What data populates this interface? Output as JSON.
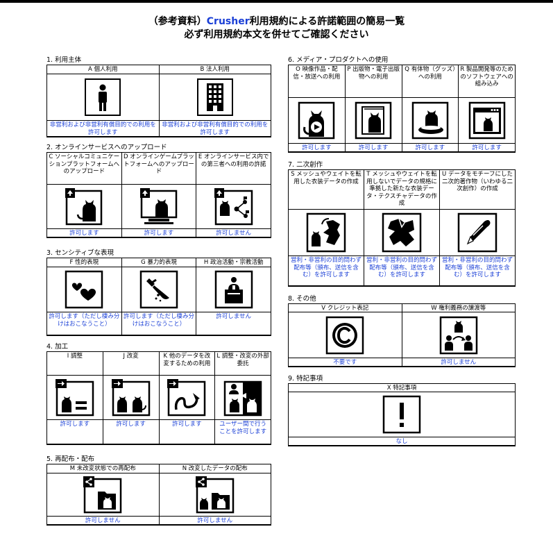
{
  "header": {
    "line1_pre": "（参考資料）",
    "line1_brand": "Crusher",
    "line1_post": "利用規約による許諾範囲の簡易一覧",
    "line2": "必ず利用規約本文を併せてご確認ください"
  },
  "sections": {
    "s1": {
      "title": "1. 利用主体",
      "cells": [
        {
          "label": "A 個人利用",
          "result": "非営利および非営利有償目的での利用を許可します",
          "icon": "person-icon"
        },
        {
          "label": "B 法人利用",
          "result": "非営利および非営利有償目的での利用を許可します",
          "icon": "building-icon"
        }
      ]
    },
    "s2": {
      "title": "2. オンラインサービスへのアップロード",
      "cells": [
        {
          "label": "C ソーシャルコミュニケーションプラットフォームへのアップロード",
          "result": "許可します",
          "icon": "upload-cat-icon"
        },
        {
          "label": "D オンラインゲームプラットフォームへのアップロード",
          "result": "許可します",
          "icon": "upload-cat-monitor-icon"
        },
        {
          "label": "E オンラインサービス内での第三者への利用の許諾",
          "result": "許可しません",
          "icon": "share-cats-icon"
        }
      ]
    },
    "s3": {
      "title": "3. センシティブな表現",
      "cells": [
        {
          "label": "F 性的表現",
          "result": "許可します（ただし棲み分けはおこなうこと）",
          "icon": "hearts-icon"
        },
        {
          "label": "G 暴力的表現",
          "result": "許可します（ただし棲み分けはおこなうこと）",
          "icon": "knife-icon"
        },
        {
          "label": "H 政治活動・宗教活動",
          "result": "許可しません",
          "icon": "podium-icon"
        }
      ]
    },
    "s4": {
      "title": "4. 加工",
      "cells": [
        {
          "label": "I 調整",
          "result": "許可します",
          "icon": "cat-equals-icon"
        },
        {
          "label": "J 改変",
          "result": "許可します",
          "icon": "two-cats-icon"
        },
        {
          "label": "K 他のデータを改変するための利用",
          "result": "許可します",
          "icon": "tail-icon"
        },
        {
          "label": "L 調整・改変の外部委託",
          "result": "ユーザー間で行うことを許可します",
          "icon": "outsource-icon"
        }
      ]
    },
    "s5": {
      "title": "5. 再配布・配布",
      "cells": [
        {
          "label": "M 未改変状態での再配布",
          "result": "許可しません",
          "icon": "share-folder-icon"
        },
        {
          "label": "N 改変したデータの配布",
          "result": "許可しません",
          "icon": "share-folder-cats-icon"
        }
      ]
    },
    "s6": {
      "title": "6. メディア・プロダクトへの使用",
      "cells": [
        {
          "label": "O 映像作品・配信・放送への利用",
          "result": "許可します",
          "icon": "video-cat-icon"
        },
        {
          "label": "P 出版物・電子出版物への利用",
          "result": "許可します",
          "icon": "book-cat-icon"
        },
        {
          "label": "Q 有体物（グッズ）への利用",
          "result": "許可します",
          "icon": "goods-cat-icon"
        },
        {
          "label": "R 製品開発等のためのソフトウェアへの組み込み",
          "result": "許可します",
          "icon": "window-cat-icon"
        }
      ]
    },
    "s7": {
      "title": "7. 二次創作",
      "cells": [
        {
          "label": "S メッシュやウェイトを転用した衣装データの作成",
          "result": "営利・非営利の目的問わず配布等（頒布、送信を含む）を許可します",
          "icon": "cat-clothes-icon"
        },
        {
          "label": "T メッシュやウェイトを転用しないでデータの規格に準拠した新たな衣装データ・テクスチャデータの作成",
          "result": "営利・非営利の目的問わず配布等（頒布、送信を含む）を許可します",
          "icon": "clothes-icon"
        },
        {
          "label": "U データをモチーフにした二次的著作物（いわゆる二次創作）の作成",
          "result": "営利・非営利の目的問わず配布等（頒布、送信を含む）を許可します",
          "icon": "pen-icon"
        }
      ]
    },
    "s8": {
      "title": "8. その他",
      "cells": [
        {
          "label": "V クレジット表記",
          "result": "不要です",
          "icon": "copyright-icon"
        },
        {
          "label": "W 権利義務の譲渡等",
          "result": "許可しません",
          "icon": "transfer-icon"
        }
      ]
    },
    "s9": {
      "title": "9. 特記事項",
      "cells": [
        {
          "label": "X 特記事項",
          "result": "なし",
          "icon": "exclamation-icon"
        }
      ]
    }
  }
}
